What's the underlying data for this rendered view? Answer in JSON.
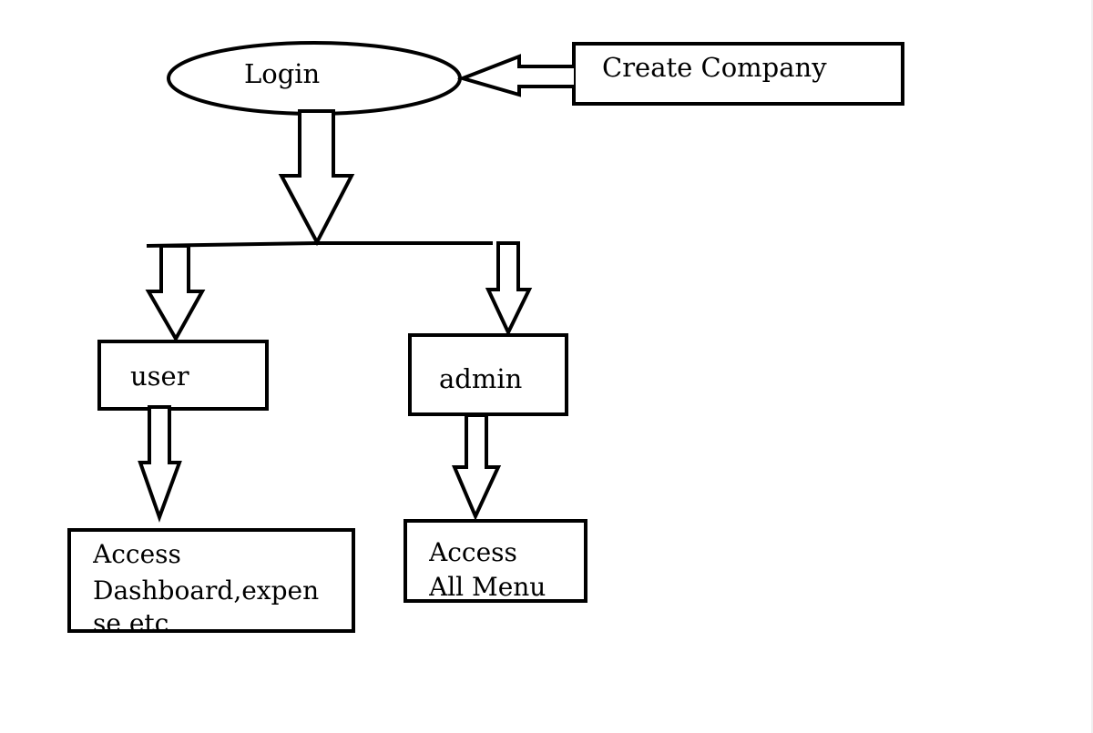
{
  "nodes": {
    "login": {
      "label": "Login"
    },
    "create_company": {
      "label": "Create Company"
    },
    "user": {
      "label": "user"
    },
    "admin": {
      "label": "admin"
    },
    "user_access": {
      "line1": "Access",
      "line2": "Dashboard,expen",
      "line3": "se etc"
    },
    "admin_access": {
      "line1": "Access",
      "line2": "All Menu"
    }
  },
  "colors": {
    "stroke": "#000000",
    "fill": "#ffffff"
  }
}
